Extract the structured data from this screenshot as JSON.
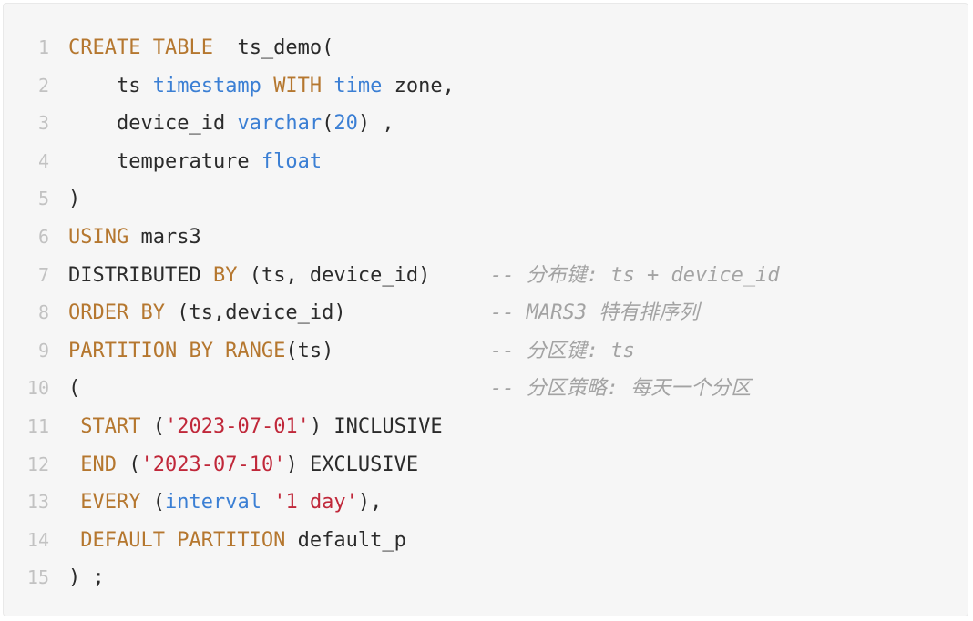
{
  "colors": {
    "background": "#f6f6f6",
    "keyword": "#b5772f",
    "type": "#3b7fd4",
    "string": "#c0283a",
    "comment": "#a3a3a3",
    "text": "#2b2b2b",
    "line_number": "#c2c2c2"
  },
  "lines": [
    {
      "n": "1",
      "segs": [
        {
          "t": "CREATE TABLE",
          "c": "kw"
        },
        {
          "t": "  ts_demo(",
          "c": ""
        }
      ]
    },
    {
      "n": "2",
      "segs": [
        {
          "t": "    ts ",
          "c": ""
        },
        {
          "t": "timestamp",
          "c": "ty"
        },
        {
          "t": " ",
          "c": ""
        },
        {
          "t": "WITH",
          "c": "kw"
        },
        {
          "t": " ",
          "c": ""
        },
        {
          "t": "time",
          "c": "ty"
        },
        {
          "t": " zone,",
          "c": ""
        }
      ]
    },
    {
      "n": "3",
      "segs": [
        {
          "t": "    device_id ",
          "c": ""
        },
        {
          "t": "varchar",
          "c": "ty"
        },
        {
          "t": "(",
          "c": ""
        },
        {
          "t": "20",
          "c": "num"
        },
        {
          "t": ") ,",
          "c": ""
        }
      ]
    },
    {
      "n": "4",
      "segs": [
        {
          "t": "    temperature ",
          "c": ""
        },
        {
          "t": "float",
          "c": "ty"
        }
      ]
    },
    {
      "n": "5",
      "segs": [
        {
          "t": ")",
          "c": ""
        }
      ]
    },
    {
      "n": "6",
      "segs": [
        {
          "t": "USING",
          "c": "kw"
        },
        {
          "t": " mars3",
          "c": ""
        }
      ]
    },
    {
      "n": "7",
      "segs": [
        {
          "t": "DISTRIBUTED ",
          "c": ""
        },
        {
          "t": "BY",
          "c": "kw"
        },
        {
          "t": " (ts, device_id)",
          "c": ""
        }
      ],
      "comment": "-- 分布键: ts + device_id"
    },
    {
      "n": "8",
      "segs": [
        {
          "t": "ORDER BY",
          "c": "kw"
        },
        {
          "t": " (ts,device_id)",
          "c": ""
        }
      ],
      "comment": "-- MARS3 特有排序列"
    },
    {
      "n": "9",
      "segs": [
        {
          "t": "PARTITION BY RANGE",
          "c": "kw"
        },
        {
          "t": "(ts)",
          "c": ""
        }
      ],
      "comment": "-- 分区键: ts"
    },
    {
      "n": "10",
      "segs": [
        {
          "t": "(",
          "c": ""
        }
      ],
      "comment": "-- 分区策略: 每天一个分区"
    },
    {
      "n": "11",
      "segs": [
        {
          "t": " ",
          "c": ""
        },
        {
          "t": "START",
          "c": "kw"
        },
        {
          "t": " (",
          "c": ""
        },
        {
          "t": "'2023-07-01'",
          "c": "str"
        },
        {
          "t": ") INCLUSIVE",
          "c": ""
        }
      ]
    },
    {
      "n": "12",
      "segs": [
        {
          "t": " ",
          "c": ""
        },
        {
          "t": "END",
          "c": "kw"
        },
        {
          "t": " (",
          "c": ""
        },
        {
          "t": "'2023-07-10'",
          "c": "str"
        },
        {
          "t": ") EXCLUSIVE",
          "c": ""
        }
      ]
    },
    {
      "n": "13",
      "segs": [
        {
          "t": " ",
          "c": ""
        },
        {
          "t": "EVERY",
          "c": "kw"
        },
        {
          "t": " (",
          "c": ""
        },
        {
          "t": "interval",
          "c": "ty"
        },
        {
          "t": " ",
          "c": ""
        },
        {
          "t": "'1 day'",
          "c": "str"
        },
        {
          "t": "),",
          "c": ""
        }
      ]
    },
    {
      "n": "14",
      "segs": [
        {
          "t": " ",
          "c": ""
        },
        {
          "t": "DEFAULT PARTITION",
          "c": "kw"
        },
        {
          "t": " default_p",
          "c": ""
        }
      ]
    },
    {
      "n": "15",
      "segs": [
        {
          "t": ") ;",
          "c": ""
        }
      ]
    }
  ]
}
